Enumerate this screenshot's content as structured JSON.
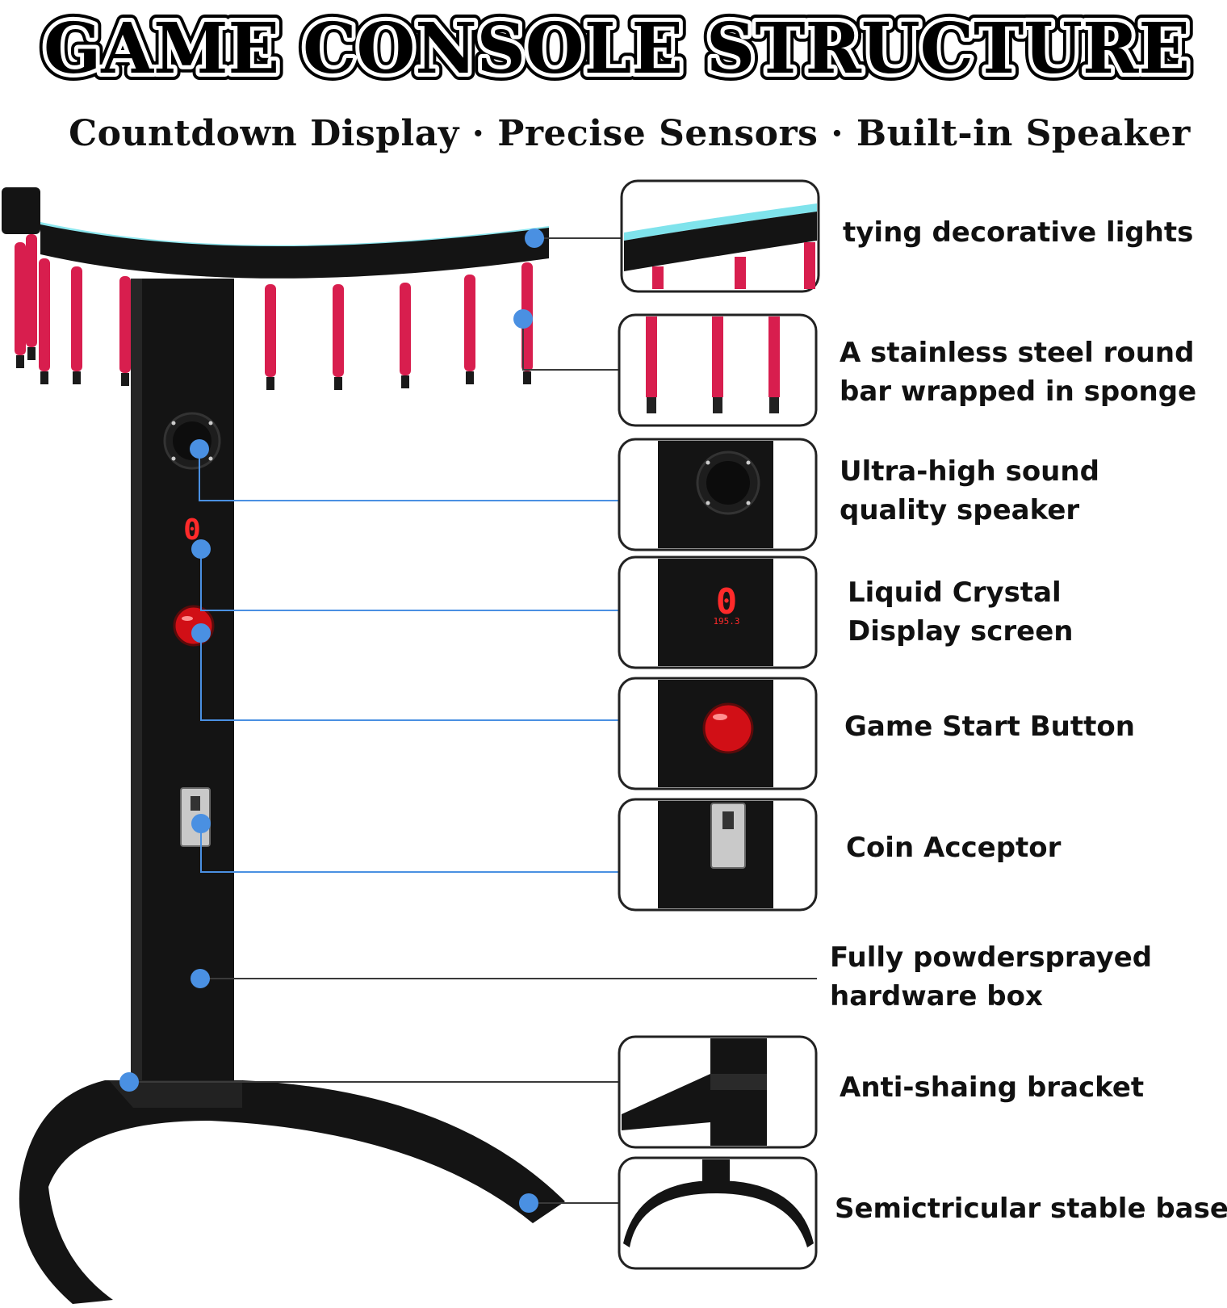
{
  "title": "GAME CONSOLE STRUCTURE",
  "subtitle": "Countdown Display · Precise Sensors · Built-in Speaker",
  "callouts": [
    {
      "id": "lights",
      "icon": "decorative-lights-icon",
      "lines": [
        "tying decorative lights"
      ]
    },
    {
      "id": "bars",
      "icon": "sponge-bar-icon",
      "lines": [
        "A stainless steel round",
        "bar wrapped in sponge"
      ]
    },
    {
      "id": "speaker",
      "icon": "speaker-icon",
      "lines": [
        "Ultra-high sound",
        "quality speaker"
      ]
    },
    {
      "id": "display",
      "icon": "lcd-display-icon",
      "lines": [
        "Liquid Crystal",
        "Display screen"
      ],
      "display_digit": "0",
      "display_value": "195.3"
    },
    {
      "id": "button",
      "icon": "start-button-icon",
      "lines": [
        "Game Start Button"
      ]
    },
    {
      "id": "coin",
      "icon": "coin-acceptor-icon",
      "lines": [
        "Coin Acceptor"
      ]
    },
    {
      "id": "box",
      "icon": "hardware-box-icon",
      "lines": [
        "Fully powdersprayed",
        "hardware box"
      ]
    },
    {
      "id": "bracket",
      "icon": "bracket-icon",
      "lines": [
        "Anti-shaing bracket"
      ]
    },
    {
      "id": "base",
      "icon": "base-icon",
      "lines": [
        "Semictricular stable base"
      ]
    }
  ],
  "colors": {
    "body": "#141414",
    "sponge": "#d81e4e",
    "marker": "#4a90e2",
    "glow": "#7fe3ec",
    "button": "#d10f16",
    "digit": "#ff2a2a"
  }
}
